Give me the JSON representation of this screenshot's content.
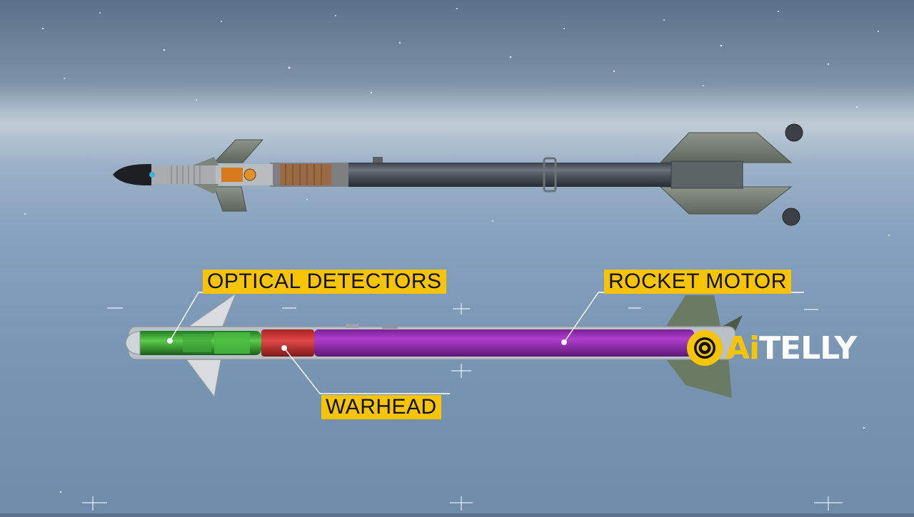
{
  "colors": {
    "accent": "#f6c400",
    "sensor_section": "#3cb43c",
    "warhead_section": "#d83a3a",
    "motor_section": "#9b2bb5"
  },
  "labels": {
    "optical": "OPTICAL DETECTORS",
    "rocket": "ROCKET MOTOR",
    "warhead": "WARHEAD"
  },
  "brand": {
    "ai": "Ai",
    "rest": "TELLY",
    "icon": "target-eye-icon"
  }
}
